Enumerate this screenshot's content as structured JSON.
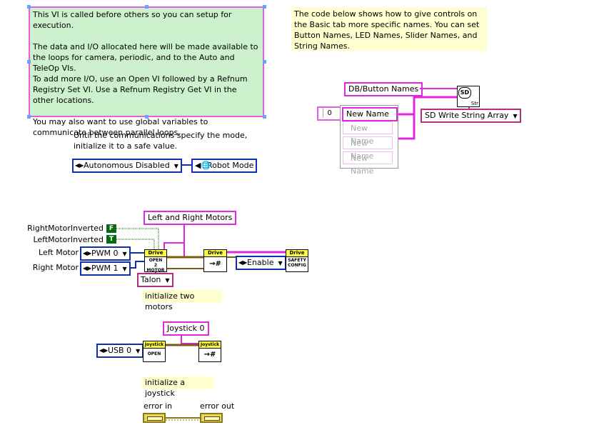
{
  "comments": {
    "main": "This VI is called before others so you can setup for execution.\n\nThe data and I/O allocated here will be made available to the loops for camera, periodic, and to the Auto and TeleOp VIs.\nTo add more I/O, use an Open VI followed by a Refnum Registry Set VI.  Use a Refnum Registry Get VI in the other locations.\n\nYou may also want to use global variables to communicate between parallel loops.",
    "names_hint": "The code below shows how to give controls on the Basic tab more specific names. You can set Button Names, LED Names, Slider Names, and String Names.",
    "mode_hint": "Until the communications specify the mode,\ninitialize it to a safe value.",
    "init_motors": "initialize two motors",
    "init_joystick": "initialize a joystick"
  },
  "dashboard": {
    "key": "DB/Button Names",
    "index": "0",
    "names": [
      "New Name",
      "New Name",
      "New Name",
      "New Name"
    ],
    "write_fn": "SD Write String Array",
    "sd_icon": "SD",
    "sd_sub": "Str"
  },
  "mode": {
    "value": "Autonomous Disabled",
    "global": "Robot Mode"
  },
  "motors": {
    "name": "Left and Right Motors",
    "right_inverted_label": "RightMotorInverted",
    "left_inverted_label": "LeftMotorInverted",
    "right_inverted_value": "F",
    "left_inverted_value": "T",
    "left_label": "Left Motor",
    "right_label": "Right Motor",
    "left_pwm": "PWM 0",
    "right_pwm": "PWM 1",
    "controller": "Talon",
    "safety": "Enable",
    "open_vi": {
      "hdr": "Drive",
      "body": "OPEN\n2 MOTOR"
    },
    "set_vi": {
      "hdr": "Drive",
      "body": "→#"
    },
    "safety_vi": {
      "hdr": "Drive",
      "body": "SAFETY\nCONFIG"
    }
  },
  "joystick": {
    "name": "Joystick 0",
    "port": "USB 0",
    "open_vi": {
      "hdr": "Joystick",
      "body": "OPEN"
    },
    "set_vi": {
      "hdr": "Joystick",
      "body": "→#"
    }
  },
  "errors": {
    "in_label": "error in",
    "out_label": "error out"
  },
  "colors": {
    "string_wire": "#e028e0",
    "refnum_wire": "#7a5a10",
    "enum_blue": "#1030b0",
    "bool_green": "#0a6a0a",
    "comment_green": "#ccf1cc",
    "note_yellow": "#ffffd0"
  }
}
